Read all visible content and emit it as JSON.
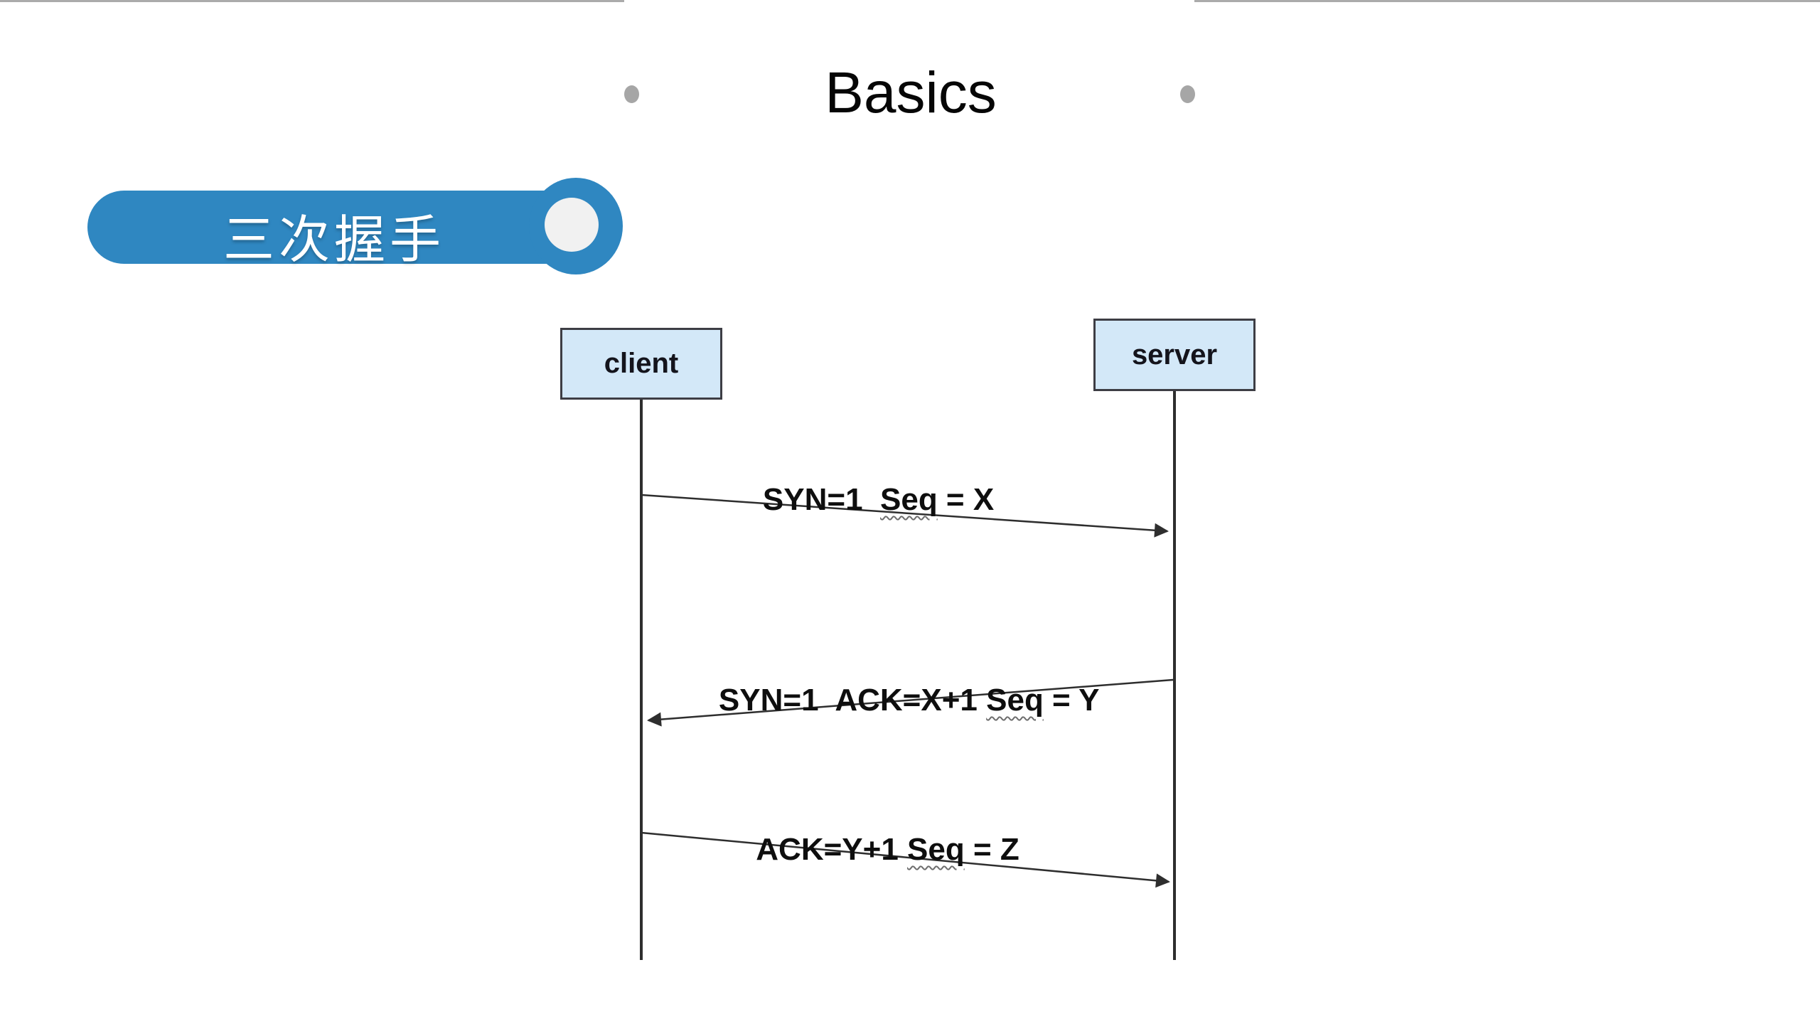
{
  "slide": {
    "title": "Basics",
    "section_badge": {
      "label": "三次握手"
    }
  },
  "diagram": {
    "type": "sequence-diagram",
    "actors": [
      {
        "id": "client",
        "label": "client"
      },
      {
        "id": "server",
        "label": "server"
      }
    ],
    "messages": [
      {
        "from": "client",
        "to": "server",
        "prefix": "SYN=1  ",
        "underlined": "Seq",
        "suffix": " = X"
      },
      {
        "from": "server",
        "to": "client",
        "prefix": "SYN=1  ACK=X+1 ",
        "underlined": "Seq",
        "suffix": " = Y"
      },
      {
        "from": "client",
        "to": "server",
        "prefix": "ACK=Y+1 ",
        "underlined": "Seq",
        "suffix": " = Z"
      }
    ]
  },
  "colors": {
    "accent_blue": "#2f87c1",
    "actor_box_fill": "#d3e8f8",
    "divider_gray": "#ababab",
    "line_black": "#2e2e2e",
    "badge_inner_circle": "#f1f1f1"
  }
}
